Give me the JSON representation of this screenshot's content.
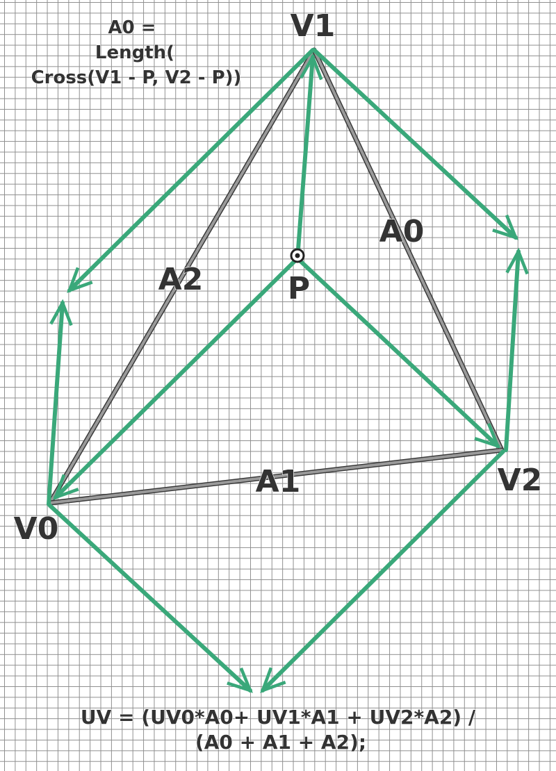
{
  "diagram": {
    "vertices": {
      "v0": "V0",
      "v1": "V1",
      "v2": "V2",
      "p": "P"
    },
    "areas": {
      "a0": "A0",
      "a1": "A1",
      "a2": "A2"
    },
    "formula_top": {
      "line1": "A0 =",
      "line2": "Length(",
      "line3": "Cross(V1 - P, V2 - P))"
    },
    "formula_bottom": {
      "line1": "UV = (UV0*A0+ UV1*A1 + UV2*A2) /",
      "line2": "(A0 + A1 + A2);"
    }
  },
  "colors": {
    "arrow": "#3aa87a",
    "edge": "#8a8a8a",
    "edge_dark": "#3a3a3a",
    "grid": "#8f8f8f",
    "text": "#333333"
  }
}
